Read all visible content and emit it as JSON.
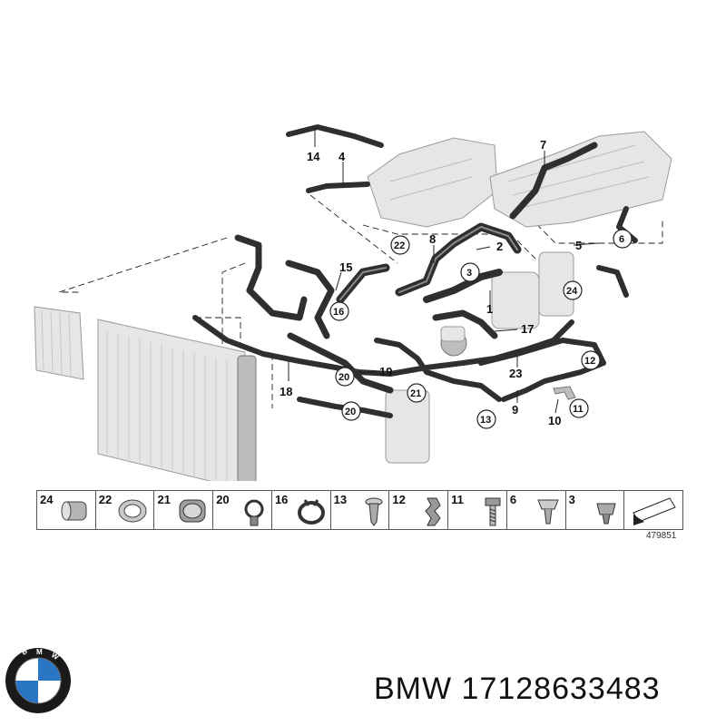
{
  "diagram": {
    "callouts": [
      "14",
      "4",
      "7",
      "22",
      "8",
      "2",
      "3",
      "6",
      "5",
      "15",
      "16",
      "24",
      "1",
      "17",
      "12",
      "18",
      "20",
      "19",
      "21",
      "23",
      "9",
      "13",
      "10",
      "11"
    ]
  },
  "parts_strip": {
    "cells": [
      {
        "number": "24",
        "icon": "hose-clamp-icon"
      },
      {
        "number": "22",
        "icon": "wide-clamp-icon"
      },
      {
        "number": "21",
        "icon": "band-clamp-icon"
      },
      {
        "number": "20",
        "icon": "spring-clip-icon"
      },
      {
        "number": "16",
        "icon": "spring-band-clamp-icon"
      },
      {
        "number": "13",
        "icon": "expanding-rivet-icon"
      },
      {
        "number": "12",
        "icon": "holder-clip-icon"
      },
      {
        "number": "11",
        "icon": "bolt-icon"
      },
      {
        "number": "6",
        "icon": "push-clip-icon"
      },
      {
        "number": "3",
        "icon": "plastic-nut-icon"
      },
      {
        "number": "",
        "icon": "arrow-pointer-icon"
      }
    ],
    "reference": "479851"
  },
  "footer": {
    "brand": "BMW",
    "part_number": "17128633483",
    "logo_text": "BMW"
  }
}
